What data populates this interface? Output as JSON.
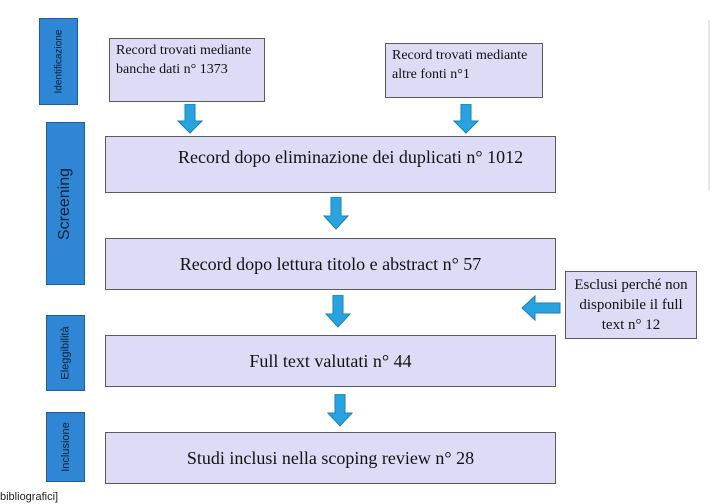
{
  "phases": {
    "identificazione": "Identificazione",
    "screening": "Screening",
    "eleggibilita": "Eleggibilità",
    "inclusione": "Inclusione"
  },
  "boxes": {
    "banche_dati": "Record trovati mediante banche dati n° 1373",
    "altre_fonti": "Record trovati mediante altre fonti n°1",
    "duplicati": "Record dopo eliminazione dei duplicati n° 1012",
    "titolo_abstract": "Record dopo lettura titolo e abstract n° 57",
    "esclusi": "Esclusi perché non disponibile il full text n° 12",
    "full_text": "Full text valutati n° 44",
    "inclusi": "Studi inclusi nella scoping review n° 28"
  },
  "footer": "bibliografici]",
  "colors": {
    "phase_bar": "#2f86d4",
    "box_fill": "#dcdcf7",
    "arrow": "#29a3e0"
  }
}
